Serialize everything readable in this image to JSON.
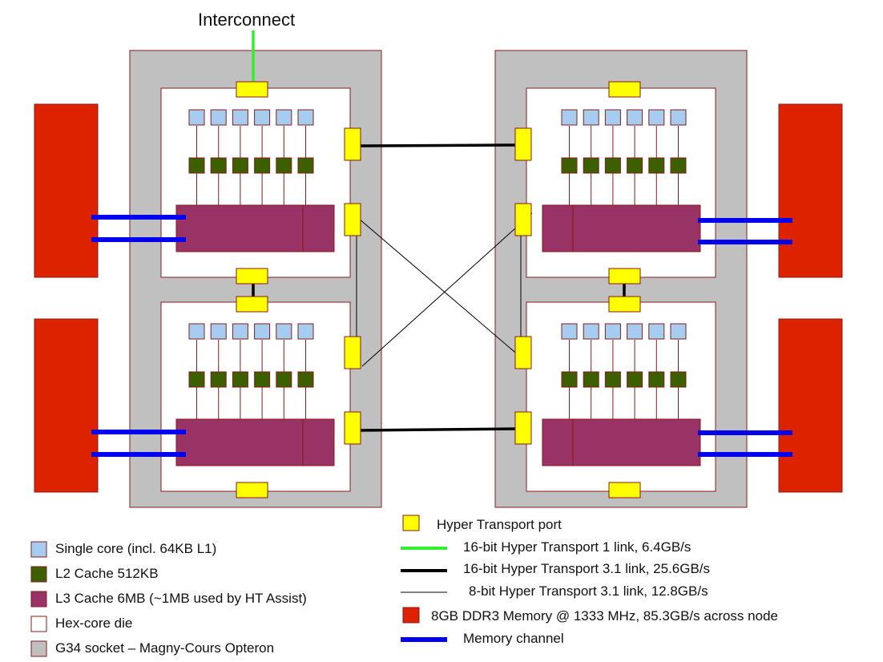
{
  "interconnect_label": "Interconnect",
  "legend_left": [
    {
      "label": "Single core (incl. 64KB L1)",
      "swatch": "core"
    },
    {
      "label": "L2 Cache 512KB",
      "swatch": "l2"
    },
    {
      "label": "L3 Cache 6MB (~1MB used by HT Assist)",
      "swatch": "l3"
    },
    {
      "label": "Hex-core die",
      "swatch": "die"
    },
    {
      "label": "G34 socket – Magny-Cours Opteron",
      "swatch": "socket"
    }
  ],
  "legend_right": [
    {
      "label": "Hyper Transport port",
      "swatch": "port"
    },
    {
      "label": "16-bit Hyper Transport 1 link, 6.4GB/s",
      "swatch": "green-line"
    },
    {
      "label": "16-bit Hyper Transport 3.1 link, 25.6GB/s",
      "swatch": "black-thick"
    },
    {
      "label": "8-bit Hyper Transport 3.1 link, 12.8GB/s",
      "swatch": "black-thin"
    },
    {
      "label": "8GB DDR3 Memory @ 1333 MHz, 85.3GB/s across node",
      "swatch": "memory"
    },
    {
      "label": "Memory channel",
      "swatch": "blue-line"
    }
  ],
  "colors": {
    "socket": "#c0c0c0",
    "border": "#8b1a1a",
    "core": "#a6cdf0",
    "l2": "#3c5f00",
    "l3": "#993366",
    "port": "#ffff00",
    "memory": "#dd2200",
    "green_link": "#33ee33",
    "memory_channel": "#0000ee"
  }
}
